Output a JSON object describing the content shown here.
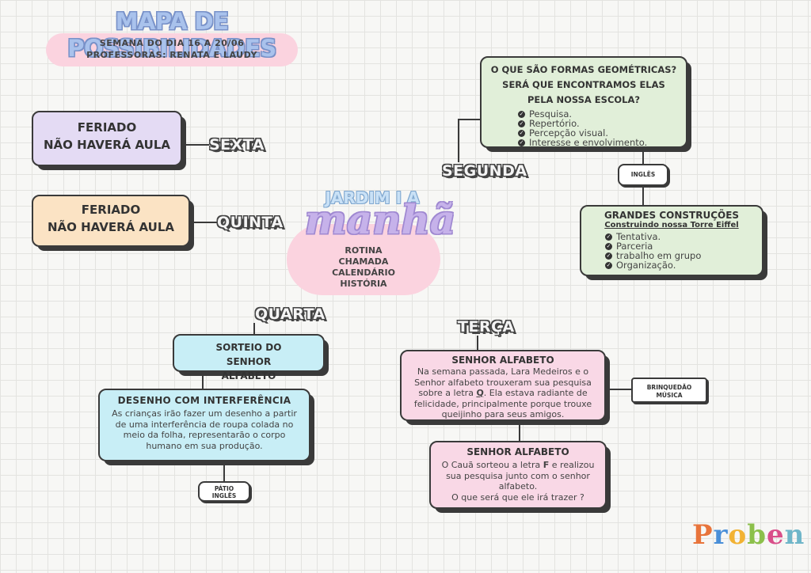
{
  "header": {
    "title": "MAPA DE POSSIBILIDADES",
    "week": "SEMANA DO DIA 16 A 20/06",
    "teachers": "PROFESSORAS: RENATA E LAUDY"
  },
  "center": {
    "class_name": "JARDIM I A",
    "shift": "manhã",
    "routine": [
      "ROTINA",
      "CHAMADA",
      "CALENDÁRIO",
      "HISTÓRIA"
    ]
  },
  "days": {
    "sexta": "SEXTA",
    "quinta": "QUINTA",
    "quarta": "QUARTA",
    "terca": "TERÇA",
    "segunda": "SEGUNDA"
  },
  "sexta": {
    "line1": "FERIADO",
    "line2": "NÃO HAVERÁ AULA"
  },
  "quinta": {
    "line1": "FERIADO",
    "line2": "NÃO HAVERÁ AULA"
  },
  "segunda": {
    "question": "O QUE SÃO FORMAS GEOMÉTRICAS? SERÁ QUE ENCONTRAMOS ELAS PELA NOSSA ESCOLA?",
    "items": [
      "Pesquisa.",
      "Repertório.",
      "Percepção visual.",
      "Interesse e envolvimento."
    ],
    "tag": "INGLÊS",
    "project_title": "GRANDES CONSTRUÇÕES",
    "project_subtitle": "Construindo nossa Torre Eiffel",
    "project_items": [
      "Tentativa.",
      "Parceria",
      "trabalho em grupo",
      "Organização."
    ]
  },
  "quarta": {
    "title": "SORTEIO DO SENHOR ALFABETO",
    "drawing_title": "DESENHO COM INTERFERÊNCIA",
    "drawing_text": "As crianças irão fazer um desenho a partir de uma interferência  de roupa colada no meio da folha, representarão o corpo humano em sua produção.",
    "tag_line1": "PÁTIO",
    "tag_line2": "INGLÊS"
  },
  "terca": {
    "title1": "SENHOR ALFABETO",
    "text1_a": "Na semana passada, Lara Medeiros e o Senhor alfabeto trouxeram sua pesquisa sobre a letra ",
    "text1_letter": "Q",
    "text1_b": ". Ela estava radiante de felicidade, principalmente porque trouxe queijinho para seus amigos.",
    "tag_line1": "BRINQUEDÃO",
    "tag_line2": "MÚSICA",
    "title2": "SENHOR ALFABETO",
    "text2_a": "O Cauã sorteou a letra ",
    "text2_letter": "F",
    "text2_b": " e realizou sua pesquisa junto com o senhor alfabeto.",
    "text2_c": "O que será que ele irá trazer ?"
  },
  "brand": {
    "letters": [
      "P",
      "r",
      "o",
      "b",
      "e",
      "n"
    ],
    "colors": [
      "#e8743b",
      "#4a8fd8",
      "#f2b233",
      "#8cc04b",
      "#d94f8a",
      "#6fb6c9"
    ]
  },
  "colors": {
    "purple": "#e7dcf5",
    "orange": "#fbe3c4",
    "green": "#e1efd9",
    "blue": "#c8eef6",
    "pink": "#f9d8e6",
    "title_blue": "#9db8e6",
    "manha_purple": "#b9a3e0"
  }
}
